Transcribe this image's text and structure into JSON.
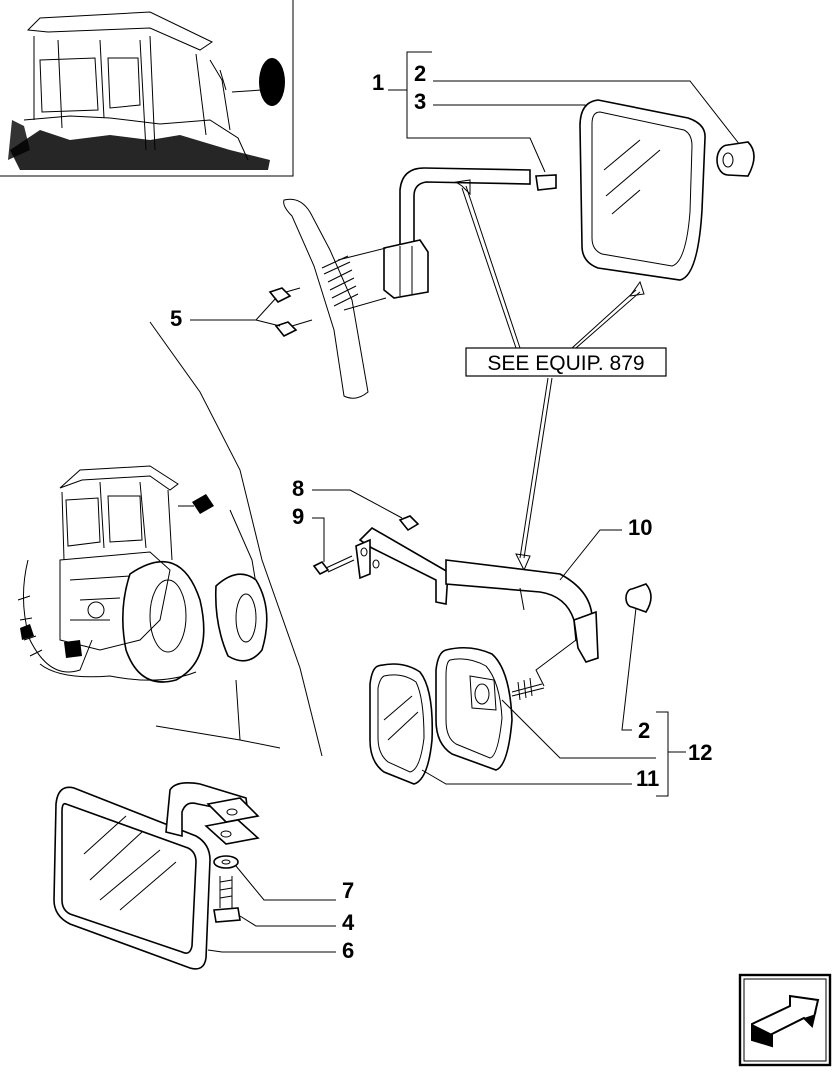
{
  "diagram": {
    "reference_label": "SEE EQUIP. 879",
    "callouts": [
      {
        "id": "c1",
        "label": "1"
      },
      {
        "id": "c2a",
        "label": "2"
      },
      {
        "id": "c3",
        "label": "3"
      },
      {
        "id": "c5",
        "label": "5"
      },
      {
        "id": "c8",
        "label": "8"
      },
      {
        "id": "c9",
        "label": "9"
      },
      {
        "id": "c10",
        "label": "10"
      },
      {
        "id": "c2b",
        "label": "2"
      },
      {
        "id": "c12",
        "label": "12"
      },
      {
        "id": "c11",
        "label": "11"
      },
      {
        "id": "c7",
        "label": "7"
      },
      {
        "id": "c4",
        "label": "4"
      },
      {
        "id": "c6",
        "label": "6"
      }
    ],
    "icons": {
      "inset": "tractor-cab-inset-icon",
      "tractor": "tractor-rear-view-icon",
      "next": "next-page-arrow-icon"
    }
  }
}
